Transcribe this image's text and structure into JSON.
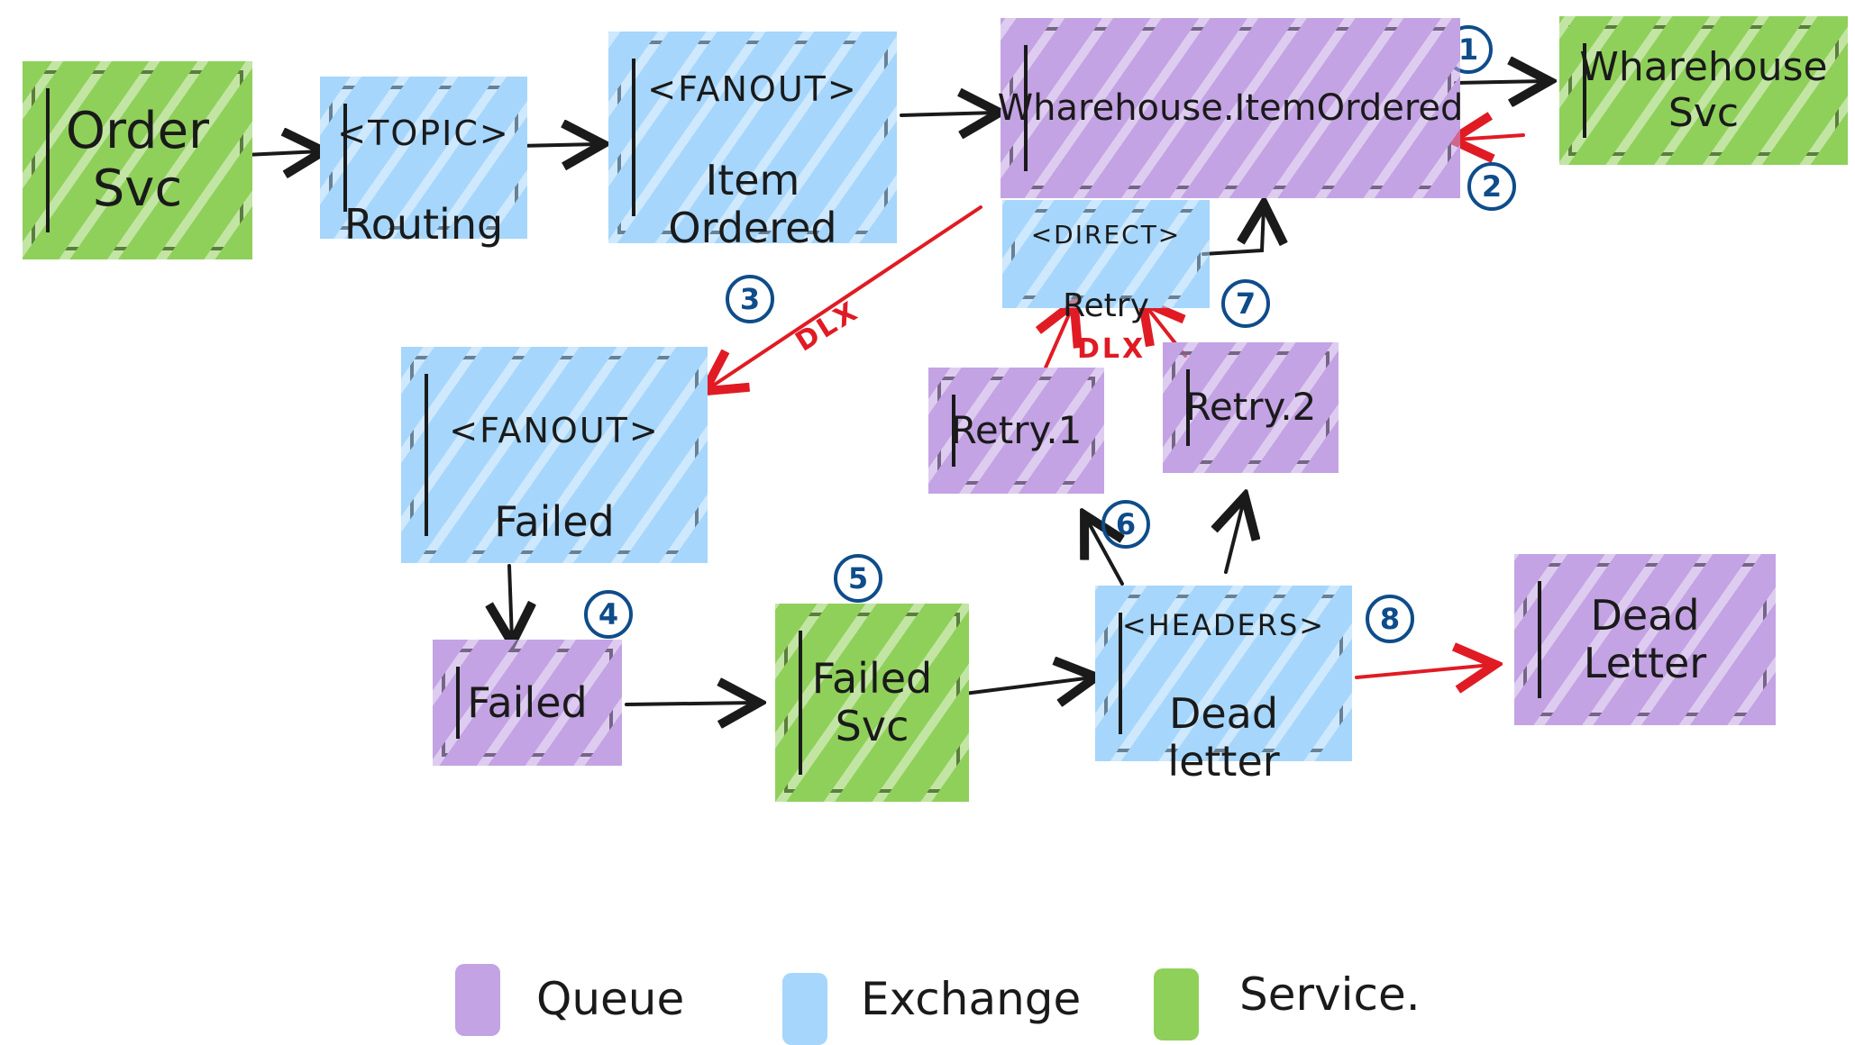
{
  "colors": {
    "queue": "#c3a3e3",
    "exchange": "#a6d6fb",
    "service": "#8fd05a",
    "ink": "#1a1a1a",
    "badge": "#0f4c8a",
    "dlx": "#e01b24"
  },
  "nodes": {
    "order_svc": {
      "label": "Order\nSvc",
      "type": "service"
    },
    "routing": {
      "kind": "<TOPIC>",
      "label": "Routing",
      "type": "exchange"
    },
    "item_ordered": {
      "kind": "<FANOUT>",
      "label": "Item Ordered",
      "type": "exchange"
    },
    "wh_queue": {
      "label": "Wharehouse.ItemOrdered",
      "type": "queue"
    },
    "wh_svc": {
      "label": "Wharehouse\nSvc",
      "type": "service"
    },
    "retry_ex": {
      "kind": "<DIRECT>",
      "label": "Retry",
      "type": "exchange"
    },
    "failed_ex": {
      "kind": "<FANOUT>",
      "label": "Failed",
      "type": "exchange"
    },
    "failed_q": {
      "label": "Failed",
      "type": "queue"
    },
    "failed_svc": {
      "label": "Failed\nSvc",
      "type": "service"
    },
    "deadletter_ex": {
      "kind": "<HEADERS>",
      "label": "Dead letter",
      "type": "exchange"
    },
    "retry1": {
      "label": "Retry.1",
      "type": "queue"
    },
    "retry2": {
      "label": "Retry.2",
      "type": "queue"
    },
    "deadletter_q": {
      "label": "Dead Letter",
      "type": "queue"
    }
  },
  "badges": {
    "b1": "1",
    "b2": "2",
    "b3": "3",
    "b4": "4",
    "b5": "5",
    "b6": "6",
    "b7": "7",
    "b8": "8"
  },
  "edge_labels": {
    "dlx_main": "DLX",
    "dlx_retry": "DLX"
  },
  "legend": {
    "queue": "Queue",
    "exchange": "Exchange",
    "service": "Service."
  }
}
